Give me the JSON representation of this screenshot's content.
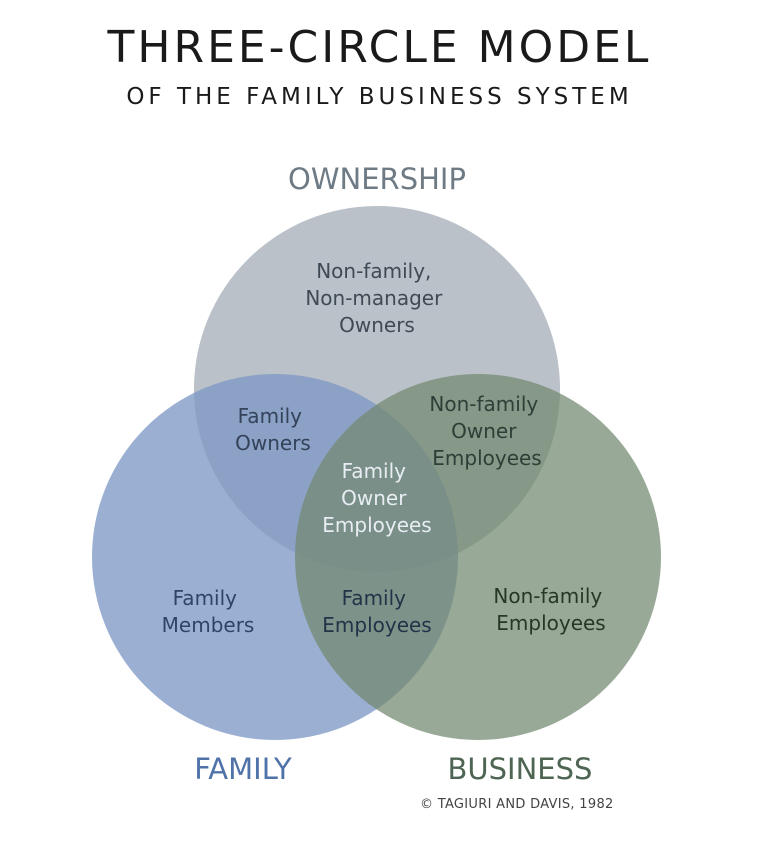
{
  "title": "THREE-CIRCLE MODEL",
  "subtitle": "OF THE FAMILY BUSINESS SYSTEM",
  "circles": {
    "ownership": {
      "label": "OWNERSHIP",
      "color": "#a9b2bb",
      "label_color": "#6e7b85"
    },
    "family": {
      "label": "FAMILY",
      "color": "#7d99c4",
      "label_color": "#4f72a8"
    },
    "business": {
      "label": "BUSINESS",
      "color": "#71886f",
      "label_color": "#4d6552"
    }
  },
  "regions": {
    "ownership_only": [
      "Non-family,",
      "Non-manager",
      "Owners"
    ],
    "family_ownership": [
      "Family",
      "Owners"
    ],
    "ownership_business": [
      "Non-family",
      "Owner",
      "Employees"
    ],
    "center": [
      "Family",
      "Owner",
      "Employees"
    ],
    "family_only": [
      "Family",
      "Members"
    ],
    "family_business": [
      "Family",
      "Employees"
    ],
    "business_only": [
      "Non-family",
      "Employees"
    ]
  },
  "credit": "© TAGIURI AND DAVIS, 1982"
}
